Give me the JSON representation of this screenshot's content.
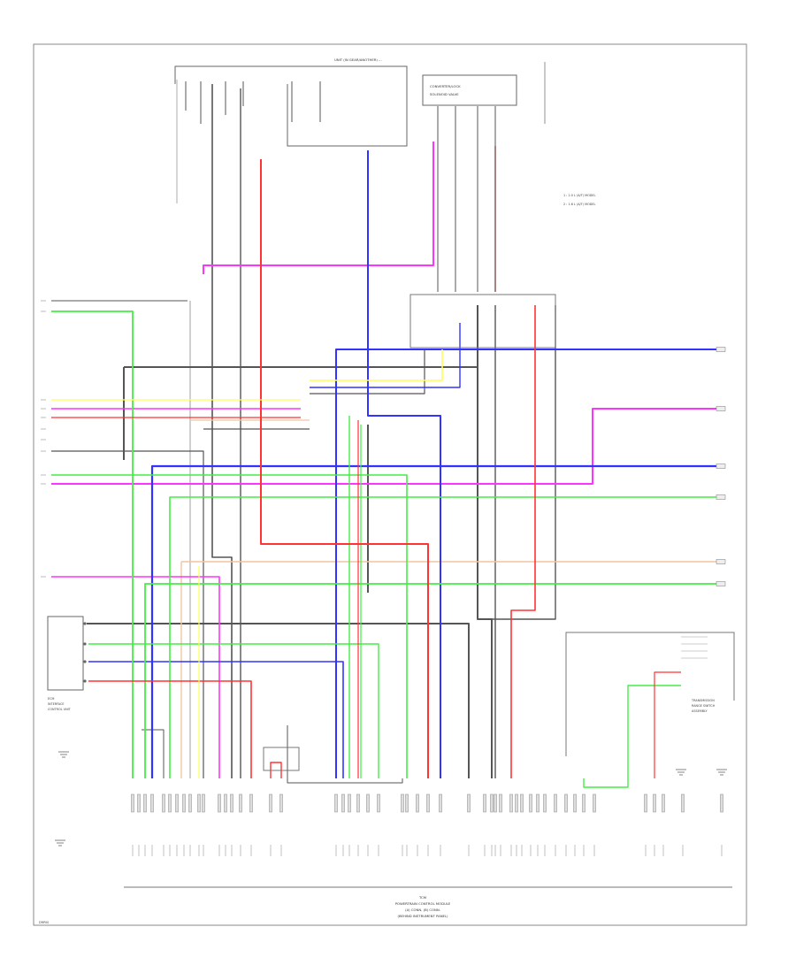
{
  "diagram": {
    "bottom_caption": [
      "TCM",
      "POWERTRAIN CONTROL MODULE",
      "(A) CONN. (B) CONN.",
      "(BEHIND INSTRUMENT PANEL)"
    ],
    "top_label": "UNIT (IN GEAR/ANOTHER) ...",
    "footnote_code": "DRP00",
    "box_left": [
      "ECM",
      "INTERFACE",
      "CONTROL UNIT"
    ],
    "box_right": [
      "TRANSMISSION",
      "RANGE SWITCH",
      "ASSEMBLY"
    ],
    "box_top_right": [
      "CONVERTER/LOCK",
      "SOLENOID VALVE"
    ],
    "legend_notes": [
      "1 : 2.0 L (A/T) MODEL",
      "2 : 1.6 L (A/T) MODEL"
    ],
    "colors": {
      "pink": "#ff33ff",
      "blue": "#3333ff",
      "green": "#44ee44",
      "red": "#ff3333",
      "yellow": "#ffff55",
      "gray": "#555555",
      "light_gray": "#bbbbbb",
      "peach": "#f0c6a0",
      "black": "#222222",
      "white_wire": "#dddddd"
    }
  }
}
